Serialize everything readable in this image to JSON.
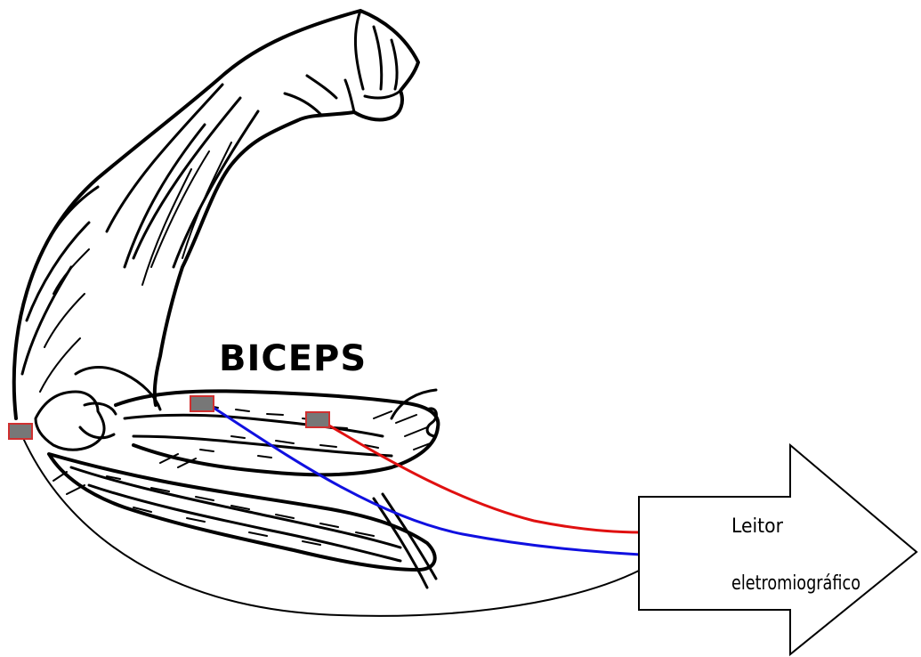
{
  "diagram": {
    "muscle_label": "BICEPS",
    "reader_label_line1": "Leitor",
    "reader_label_line2": "eletromiográfico"
  },
  "colors": {
    "background": "#ffffff",
    "outline": "#000000",
    "electrode_fill": "#777777",
    "electrode_border": "#d03030",
    "wire_red": "#e01010",
    "wire_blue": "#1010e0",
    "wire_ground": "#000000"
  },
  "icons": {
    "arm": "flexed-arm-muscle-illustration",
    "reader": "right-arrow-shape"
  }
}
